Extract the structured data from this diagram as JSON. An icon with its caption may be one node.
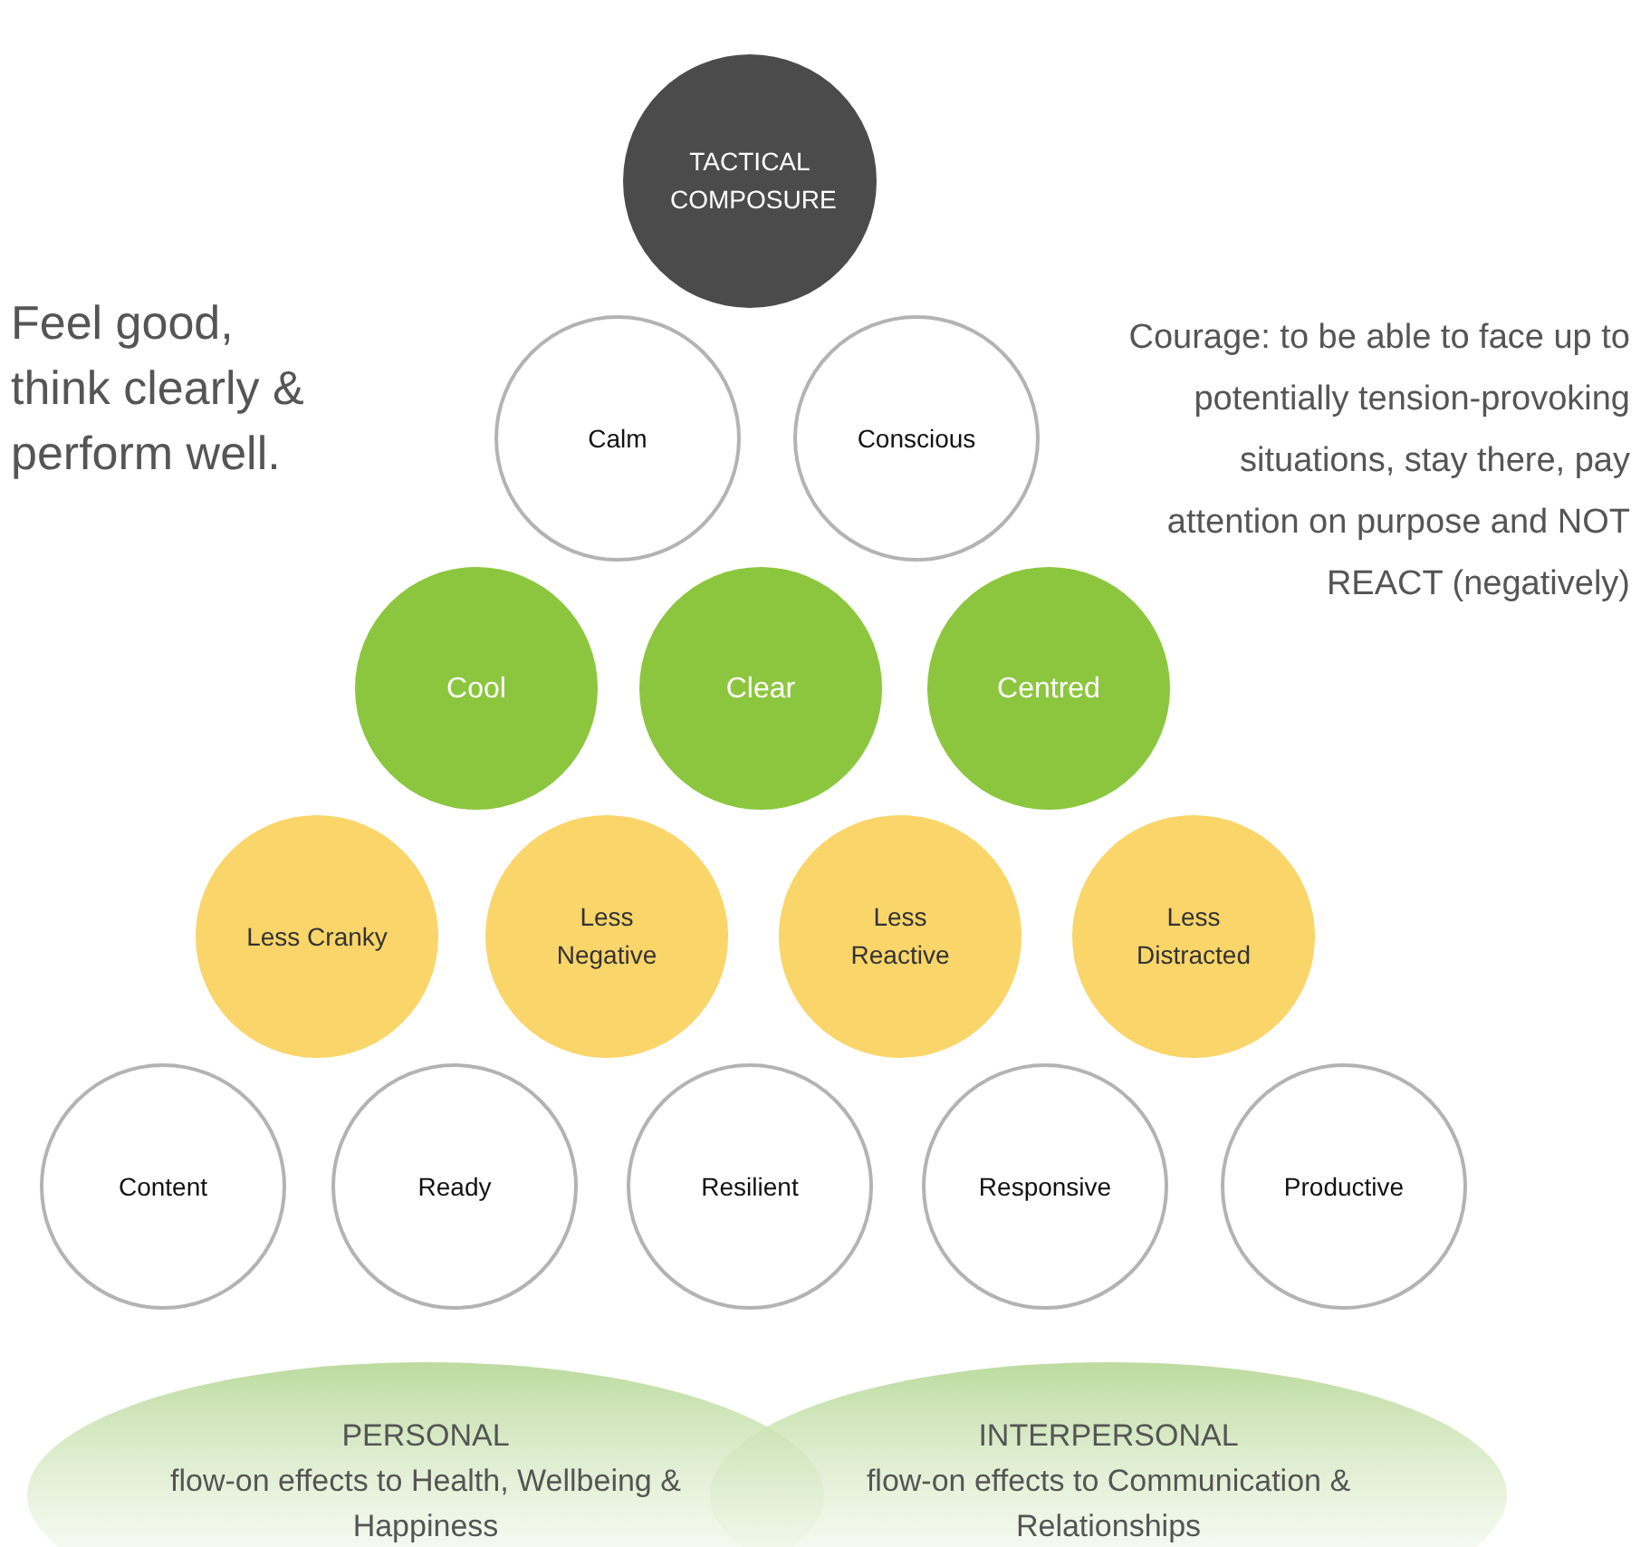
{
  "diagram": {
    "nodes": [
      {
        "text": [
          "TACTICAL COMPOSURE"
        ]
      },
      {
        "text": [
          "Calm"
        ]
      },
      {
        "text": [
          "Conscious"
        ]
      },
      {
        "text": [
          "Cool"
        ]
      },
      {
        "text": [
          "Clear"
        ]
      },
      {
        "text": [
          "Centred"
        ]
      },
      {
        "text": [
          "Less Cranky"
        ]
      },
      {
        "text": [
          "Less Negative"
        ]
      },
      {
        "text": [
          "Less Reactive"
        ]
      },
      {
        "text": [
          "Less Distracted"
        ]
      },
      {
        "text": [
          "Content"
        ]
      },
      {
        "text": [
          "Ready"
        ]
      },
      {
        "text": [
          "Resilient"
        ]
      },
      {
        "text": [
          "Responsive"
        ]
      },
      {
        "text": [
          "Productive"
        ]
      },
      {
        "text": [
          "PERSONAL",
          "flow-on effects to Health, Wellbeing & Happiness"
        ]
      },
      {
        "text": [
          "INTERPERSONAL",
          "flow-on effects to Communication & Relationships"
        ]
      }
    ],
    "labels": [
      "Feel good, think clearly & perform well.",
      "Courage: to be able to face up to potentially tension-provoking situations, stay there, pay attention on purpose and NOT REACT (negatively)"
    ]
  }
}
